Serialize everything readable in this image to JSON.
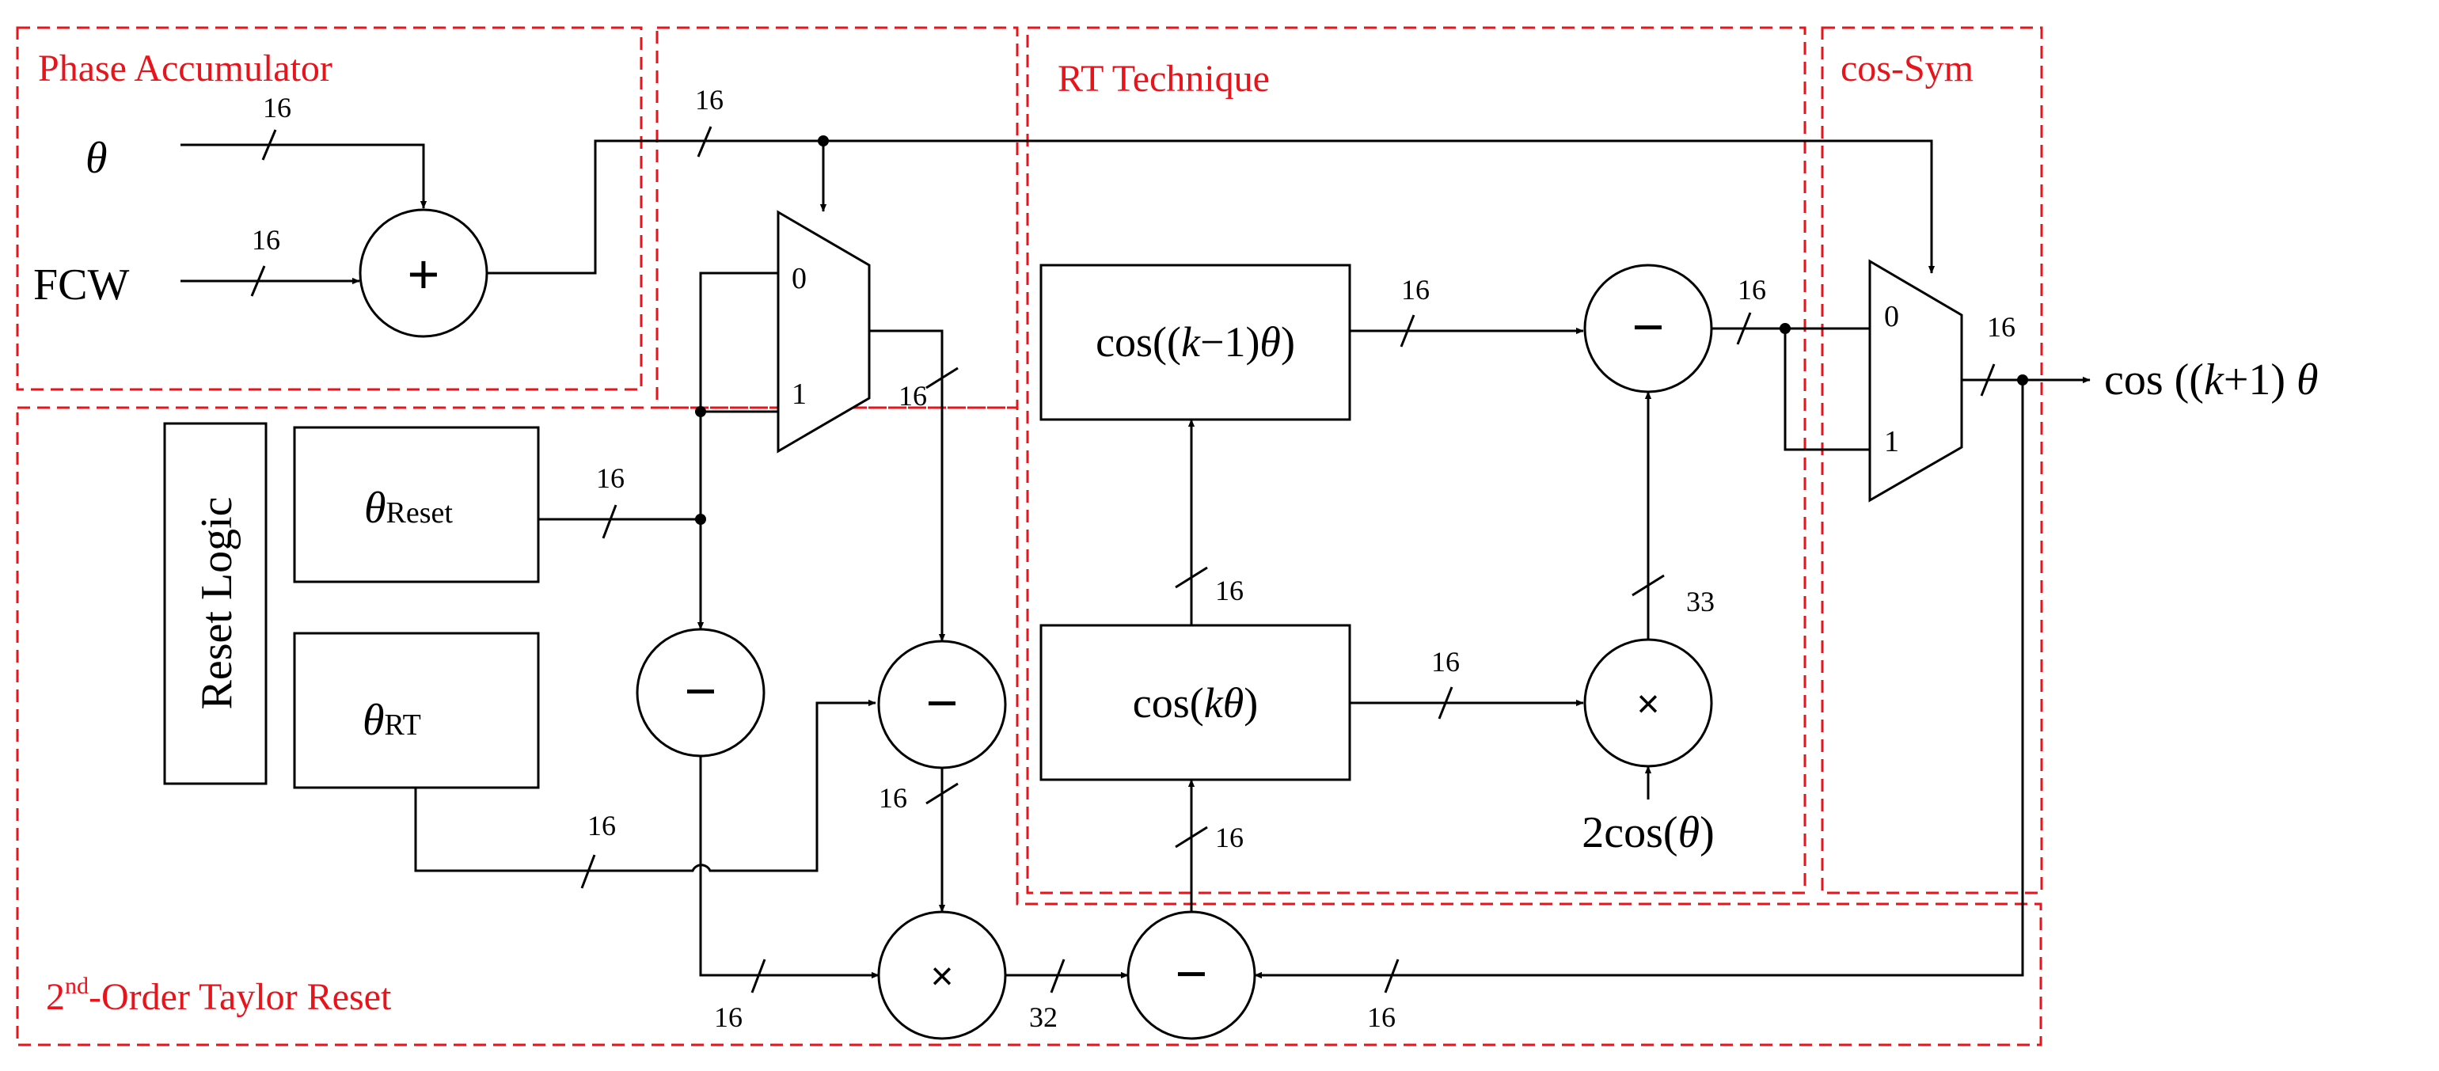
{
  "regions": {
    "phase_accumulator": "Phase Accumulator",
    "rt_technique": "RT Technique",
    "cos_sym": "cos-Sym",
    "taylor_reset_sup": "nd",
    "taylor_reset_num": "2",
    "taylor_reset_text": "-Order Taylor Reset"
  },
  "inputs": {
    "theta": "θ",
    "fcw": "FCW",
    "two_cos_prefix": "2cos(",
    "two_cos_theta": "θ",
    "two_cos_suffix": ")"
  },
  "output": {
    "prefix": "cos ((",
    "k": "k",
    "mid": "+1) ",
    "theta": "θ"
  },
  "blocks": {
    "reset_logic": "Reset Logic",
    "theta_reset_main": "θ",
    "theta_reset_sub": "Reset",
    "theta_rt_main": "θ",
    "theta_rt_sub": "RT",
    "cos_km1_a": "cos((",
    "cos_km1_k": "k",
    "cos_km1_b": "−1)",
    "cos_km1_theta": "θ",
    "cos_km1_c": ")",
    "cos_k_a": "cos(",
    "cos_k_k": "k",
    "cos_k_theta": "θ",
    "cos_k_b": ")"
  },
  "operators": {
    "plus": "+",
    "minus": "−",
    "times": "×"
  },
  "mux_inputs": {
    "zero": "0",
    "one": "1"
  },
  "bus_widths": {
    "theta_in": "16",
    "fcw_in": "16",
    "acc_out": "16",
    "mux1_out": "16",
    "theta_reset_out": "16",
    "theta_rt_out": "16",
    "sub_mid_out": "16",
    "sub_left_out": "16",
    "mult_bottom_out": "32",
    "feedback": "16",
    "cos_km1_out": "16",
    "cos_k_up": "16",
    "cos_k_out": "16",
    "mult_rt_out": "33",
    "sub_bottom_up": "16",
    "sub_rt_out": "16",
    "mux2_out": "16"
  }
}
